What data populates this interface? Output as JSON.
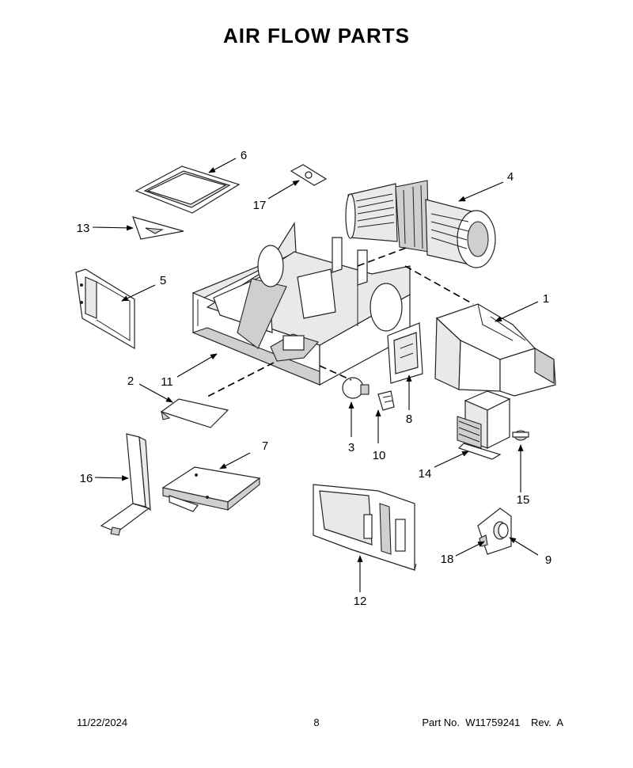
{
  "page": {
    "title": "AIR FLOW PARTS",
    "date": "11/22/2024",
    "page_number": "8",
    "part_no_label": "Part No.",
    "part_no": "W11759241",
    "rev_label": "Rev.",
    "rev": "A"
  },
  "callouts": [
    "1",
    "2",
    "3",
    "4",
    "5",
    "6",
    "7",
    "8",
    "9",
    "10",
    "11",
    "12",
    "13",
    "14",
    "15",
    "16",
    "17",
    "18"
  ]
}
